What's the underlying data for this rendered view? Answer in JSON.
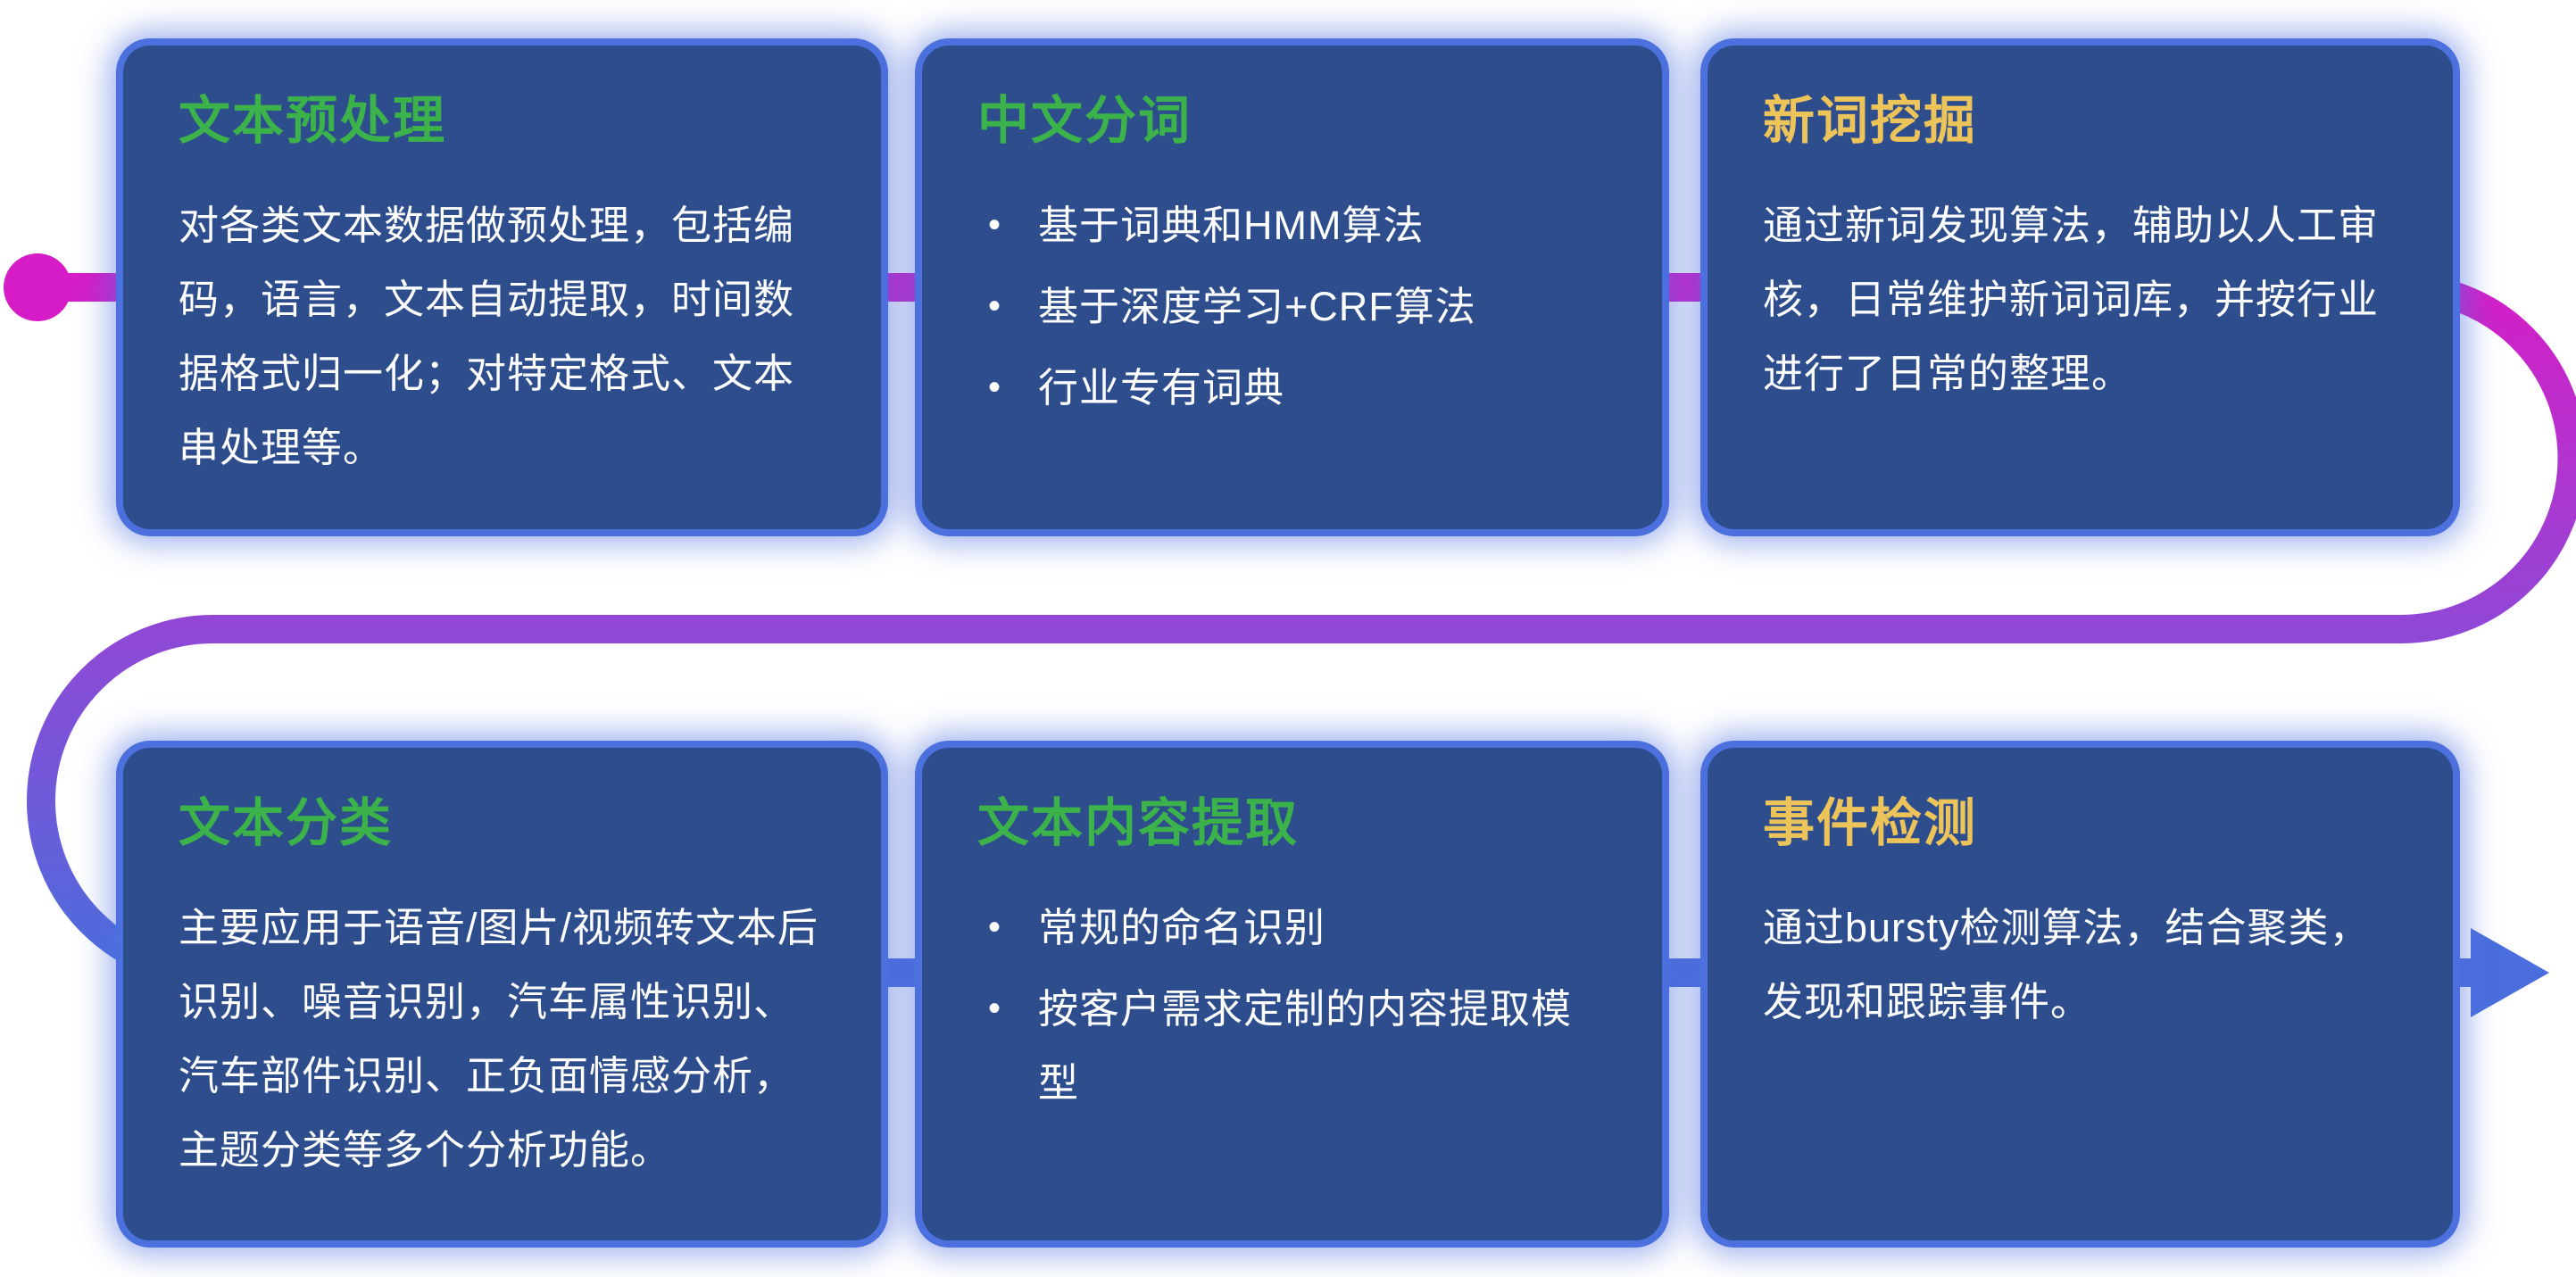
{
  "page": {
    "background_color": "#ffffff",
    "card_background_color": "#2e4d8d",
    "card_glow_color": "#4c70de",
    "body_text_color": "#ffffff",
    "title_green": "#3cb34a",
    "title_yellow": "#ecc45a"
  },
  "connector": {
    "gradient_colors": [
      "#d81cc6",
      "#9147d6",
      "#4a6fdd"
    ],
    "start_dot_color": "#d61cc6",
    "arrow_color": "#4a6fdd"
  },
  "cards": [
    {
      "title": "文本预处理",
      "title_color": "#3cb34a",
      "body": "对各类文本数据做预处理，包括编码，语言，文本自动提取，时间数据格式归一化；对特定格式、文本串处理等。"
    },
    {
      "title": "中文分词",
      "title_color": "#3cb34a",
      "bullets": [
        "基于词典和HMM算法",
        "基于深度学习+CRF算法",
        "行业专有词典"
      ]
    },
    {
      "title": "新词挖掘",
      "title_color": "#ecc45a",
      "body": "通过新词发现算法，辅助以人工审核，日常维护新词词库，并按行业进行了日常的整理。"
    },
    {
      "title": "文本分类",
      "title_color": "#3cb34a",
      "body": "主要应用于语音/图片/视频转文本后识别、噪音识别，汽车属性识别、汽车部件识别、正负面情感分析，主题分类等多个分析功能。"
    },
    {
      "title": "文本内容提取",
      "title_color": "#3cb34a",
      "bullets": [
        "常规的命名识别",
        "按客户需求定制的内容提取模型"
      ]
    },
    {
      "title": "事件检测",
      "title_color": "#ecc45a",
      "body": "通过bursty检测算法，结合聚类，发现和跟踪事件。"
    }
  ]
}
